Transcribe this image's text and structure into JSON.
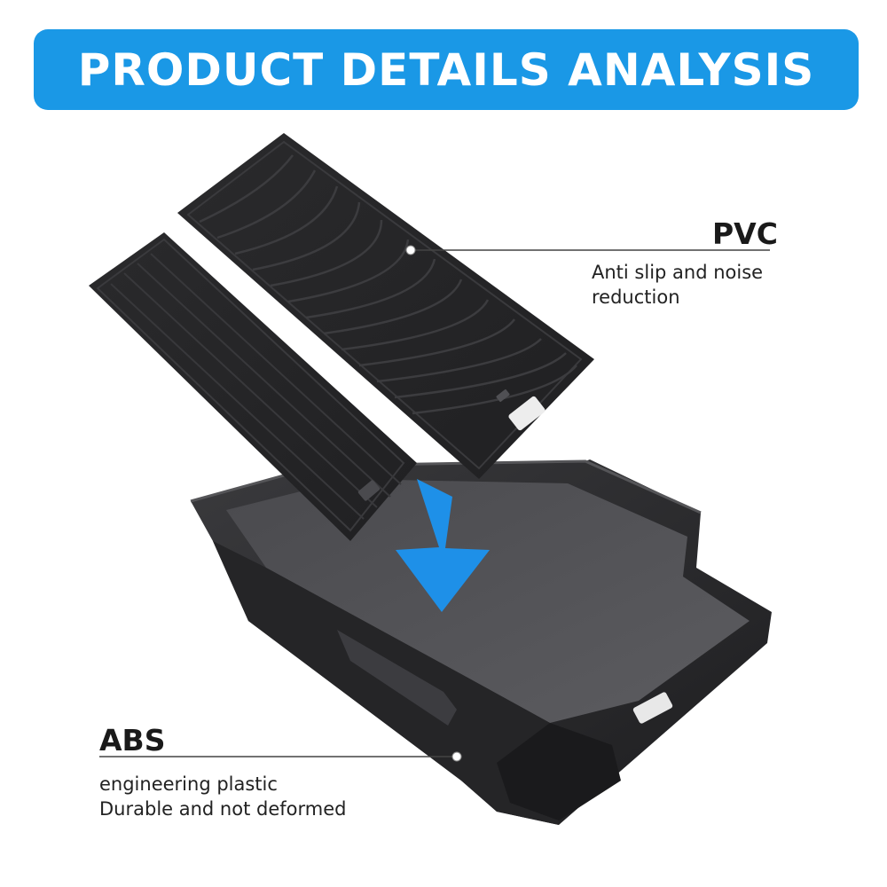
{
  "banner": {
    "title": "PRODUCT DETAILS ANALYSIS"
  },
  "colors": {
    "accent": "#1a98e6",
    "arrow": "#1e90e8",
    "product": "#2e2e30"
  },
  "callouts": [
    {
      "heading": "PVC",
      "lines": [
        "Anti slip and noise",
        "reduction"
      ]
    },
    {
      "heading": "ABS",
      "lines": [
        "engineering plastic",
        "Durable and not deformed"
      ]
    }
  ],
  "icons": [
    "down-arrow-icon"
  ]
}
